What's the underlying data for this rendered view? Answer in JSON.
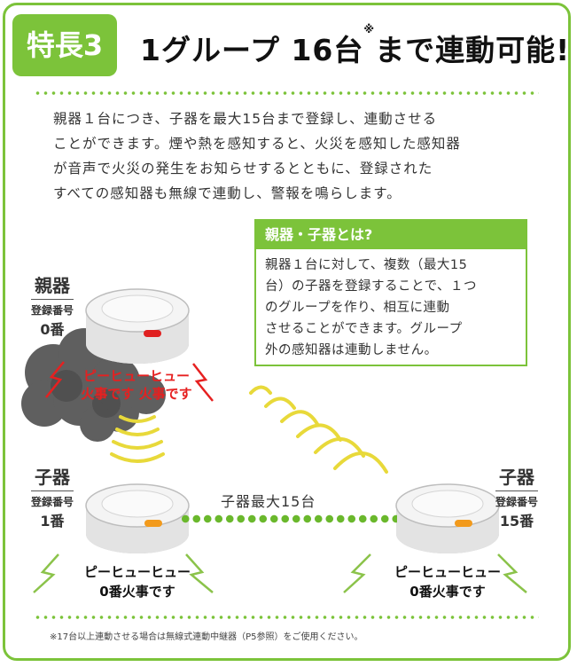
{
  "badge": "特長3",
  "headline": {
    "text1": "1グループ 16台",
    "mark": "※",
    "text2": "まで連動可能!"
  },
  "intro": {
    "lines": [
      "親器１台につき、子器を最大15台まで登録し、連動させる",
      "ことができます。煙や熱を感知すると、火災を感知した感知器",
      "が音声で火災の発生をお知らせするとともに、登録された",
      "すべての感知器も無線で連動し、警報を鳴らします。"
    ]
  },
  "infobox": {
    "title": "親器・子器とは?",
    "lines": [
      "親器１台に対して、複数（最大15",
      "台）の子器を登録することで、１つ",
      "のグループを作り、相互に連動",
      "させることができます。グループ",
      "外の感知器は連動しません。"
    ]
  },
  "parent": {
    "label": "親器",
    "reg_label": "登録番号",
    "number": "0番",
    "alarm_line1": "ピーヒューヒュー",
    "alarm_line2": "火事です 火事です"
  },
  "child1": {
    "label": "子器",
    "reg_label": "登録番号",
    "number": "1番",
    "alarm_line1": "ピーヒューヒュー",
    "alarm_line2": "0番火事です"
  },
  "child15": {
    "label": "子器",
    "reg_label": "登録番号",
    "number": "15番",
    "alarm_line1": "ピーヒューヒュー",
    "alarm_line2": "0番火事です"
  },
  "link_label": "子器最大15台",
  "footnote": "※17台以上連動させる場合は無線式連動中継器（P5参照）をご使用ください。",
  "colors": {
    "brand_green": "#7cc33a",
    "alarm_red": "#e62020",
    "wave_yellow": "#e8d93a",
    "smoke": "#5a5a5a",
    "led_red": "#e02020",
    "led_orange": "#f29a1c"
  },
  "icons": [
    "smoke-detector-icon",
    "smoke-icon",
    "sound-wave-icon",
    "zigzag-sound-icon"
  ]
}
